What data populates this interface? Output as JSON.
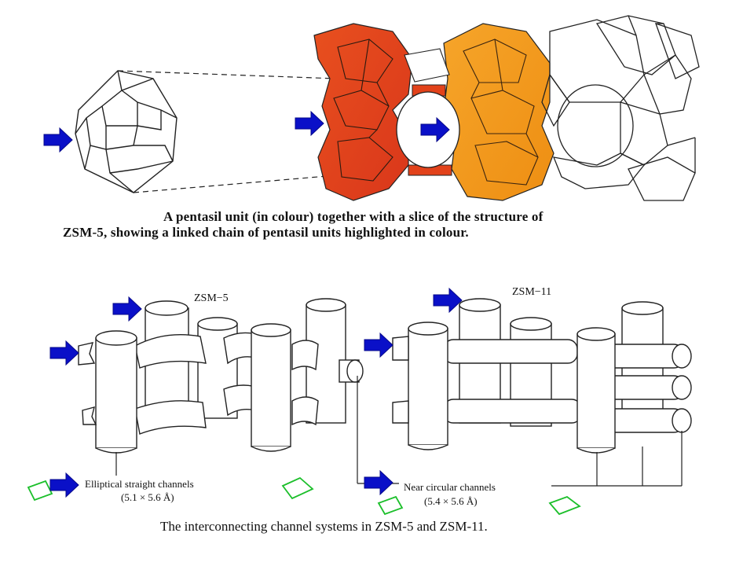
{
  "top_caption": {
    "line1": "A pentasil unit (in colour) together with a slice of the structure of",
    "line2": "ZSM-5, showing a linked chain of pentasil units highlighted in colour."
  },
  "bottom_caption": "The interconnecting channel systems in ZSM-5 and ZSM-11.",
  "labels": {
    "zsm5": "ZSM−5",
    "zsm11": "ZSM−11",
    "elliptical": "Elliptical straight channels",
    "elliptical_dim": "(5.1 × 5.6 Å)",
    "circular": "Near circular channels",
    "circular_dim": "(5.4 × 5.6 Å)"
  },
  "colors": {
    "arrow": "#0a10c8",
    "pentasil_red": "#e2421a",
    "pentasil_orange": "#f29a1a",
    "green_marker": "#1bbf2a",
    "line": "#222222"
  },
  "icons": [
    "pointer-arrow-icon",
    "green-tick-mark-icon"
  ]
}
